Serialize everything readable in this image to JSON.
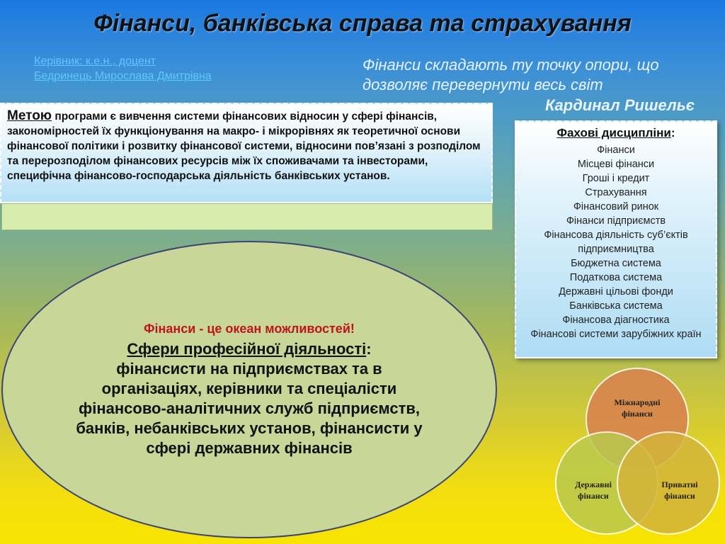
{
  "title": "Фінанси, банківська справа та страхування",
  "supervisor": {
    "line1": "Керівник: к.е.н., доцент",
    "line2": "Бедринець Мирослава Дмитрівна"
  },
  "quote": {
    "text": "Фінанси складають ту точку опори, що дозволяє перевернути весь світ",
    "author": "Кардинал Ришельє"
  },
  "goal": {
    "keyword": "Метою",
    "text": " програми є вивчення  системи фінансових відносин у сфері фінансів, закономірностей їх функціонування на макро- і мікрорівнях як теоретичної основи фінансової політики і розвитку фінансової системи, відносини пов’язані з розподілом та перерозподілом фінансових ресурсів між їх споживачами та інвесторами, специфічна фінансово-господарська діяльність банківських установ."
  },
  "disciplines": {
    "title": "Фахові дисципліни",
    "colon": ":",
    "items": [
      "Фінанси",
      "Місцеві фінанси",
      "Гроші і кредит",
      "Страхування",
      "Фінансовий ринок",
      "Фінанси підприємств",
      "Фінансова діяльність суб’єктів підприємництва",
      "Бюджетна система",
      "Податкова система",
      "Державні цільові фонди",
      "Банківська система",
      "Фінансова діагностика",
      "Фінансові системи зарубіжних країн"
    ]
  },
  "ocean": {
    "tagline": "Фінанси - це океан можливостей!",
    "heading": "Сфери професійної діяльності",
    "colon": ":",
    "text": "фінансисти на підприємствах та в організаціях, керівники  та спеціалісти фінансово-аналітичних служб підприємств, банків, небанківських установ, фінансисти у сфері державних фінансів"
  },
  "venn": {
    "top": [
      "Міжнародні",
      "фінанси"
    ],
    "left": [
      "Державні",
      "фінанси"
    ],
    "right": [
      "Приватні",
      "фінанси"
    ],
    "colors": {
      "top": "#d9804e",
      "left": "#b9c94e",
      "right": "#d3b43a"
    }
  }
}
